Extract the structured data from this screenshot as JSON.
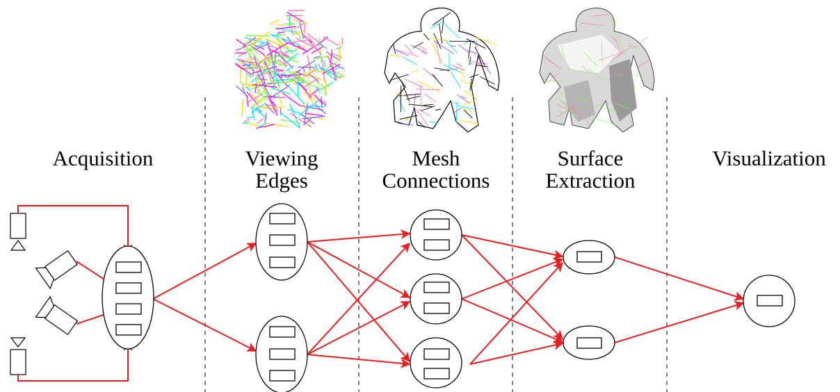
{
  "stages": [
    {
      "id": "acquisition",
      "lines": [
        "Acquisition"
      ]
    },
    {
      "id": "viewing-edges",
      "lines": [
        "Viewing",
        "Edges"
      ]
    },
    {
      "id": "mesh-connections",
      "lines": [
        "Mesh",
        "Connections"
      ]
    },
    {
      "id": "surface-extraction",
      "lines": [
        "Surface",
        "Extraction"
      ]
    },
    {
      "id": "visualization",
      "lines": [
        "Visualization"
      ]
    }
  ],
  "colors": {
    "edge": "#ee1c1c",
    "node_stroke": "#000000",
    "separator": "#555555",
    "wire_palette": [
      "#ff00ff",
      "#00e5ff",
      "#ffd400",
      "#7cff3a",
      "#8a5cff",
      "#ff6fb0"
    ]
  },
  "icons": {
    "camera": "camera-icon",
    "figure_edges": "figure-viewing-edges",
    "figure_mesh": "figure-mesh-connections",
    "figure_surface": "figure-surface-extraction"
  }
}
